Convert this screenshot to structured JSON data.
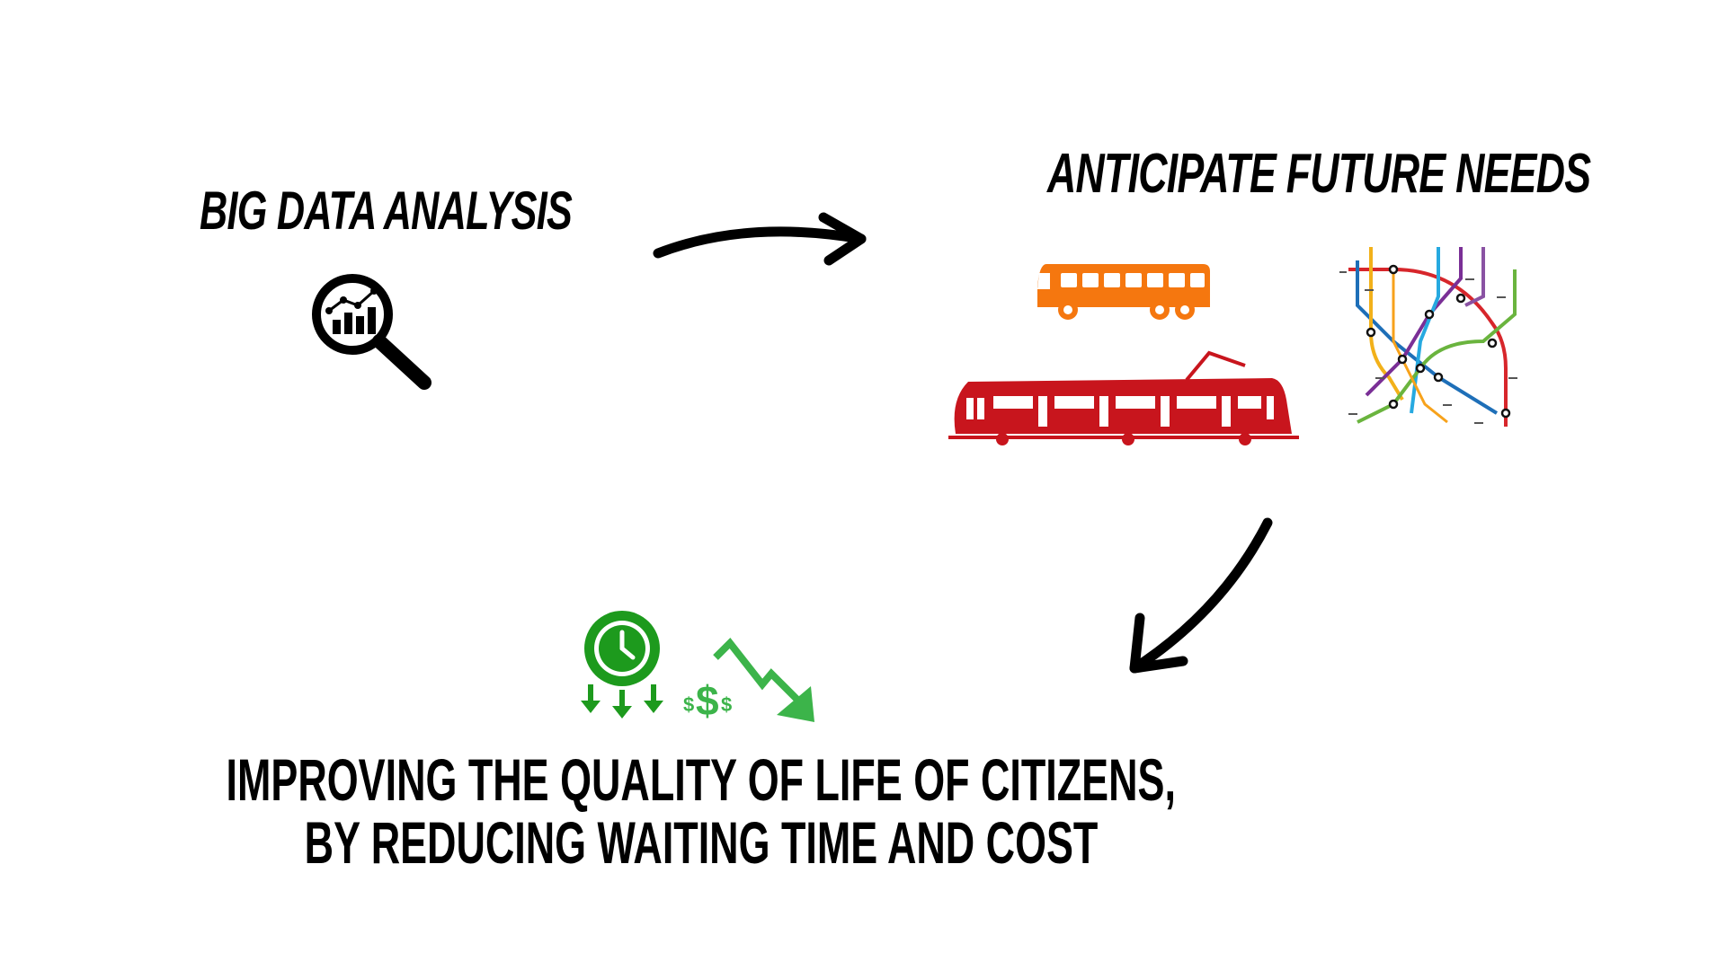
{
  "steps": {
    "analysis": {
      "title": "BIG DATA ANALYSIS",
      "icon": "magnifier-chart-icon"
    },
    "anticipate": {
      "title": "ANTICIPATE FUTURE NEEDS",
      "icons": [
        "bus-icon",
        "tram-icon",
        "metro-map-icon"
      ]
    },
    "conclusion": {
      "line1": "IMPROVING THE QUALITY OF LIFE OF CITIZENS,",
      "line2": "BY REDUCING WAITING TIME AND COST",
      "icons": [
        "clock-down-icon",
        "dollar-down-icon"
      ]
    }
  },
  "colors": {
    "text": "#000000",
    "bus": "#f5770f",
    "tram": "#c8151d",
    "green_dark": "#1d9a1d",
    "green_light": "#3cb44a"
  }
}
